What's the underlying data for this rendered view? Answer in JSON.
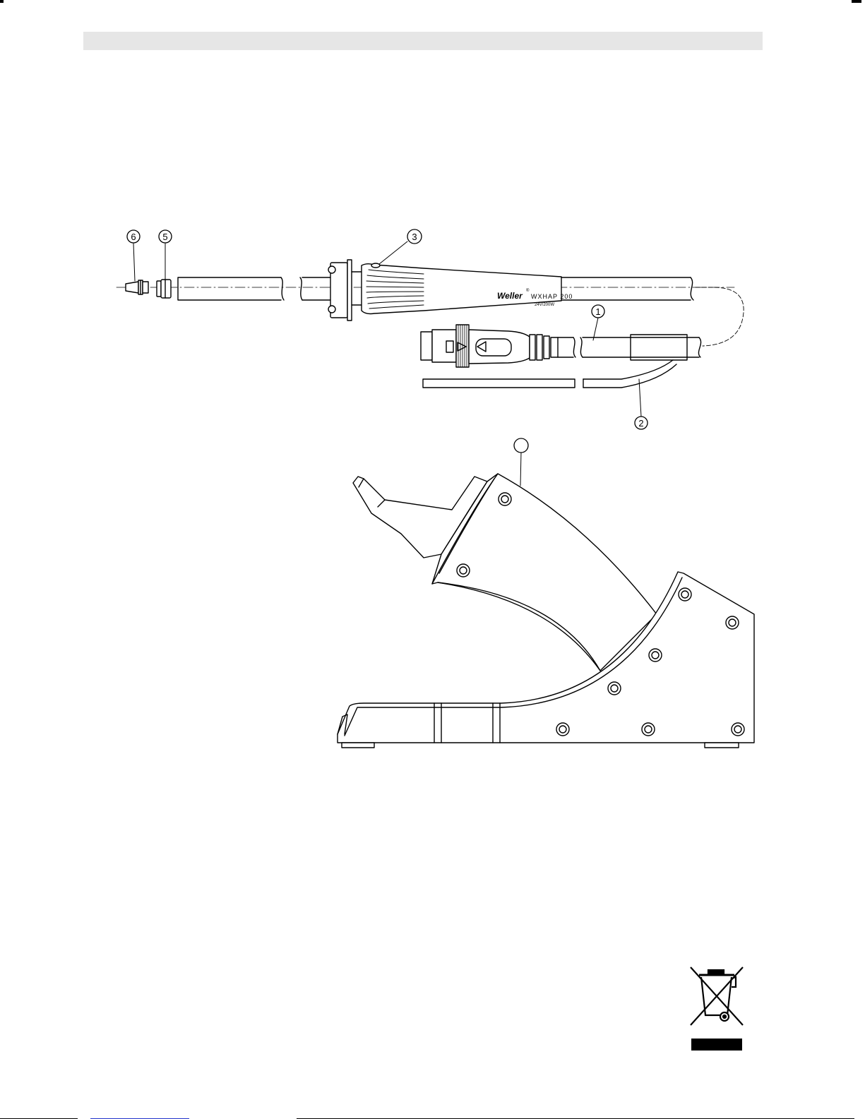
{
  "header": {
    "bar_color": "#e6e6e6"
  },
  "callouts": [
    {
      "id": "callout-6",
      "label": "6"
    },
    {
      "id": "callout-5",
      "label": "5"
    },
    {
      "id": "callout-3",
      "label": "3"
    },
    {
      "id": "callout-1",
      "label": "1"
    },
    {
      "id": "callout-2",
      "label": "2"
    },
    {
      "id": "callout-4",
      "label": ""
    }
  ],
  "tool": {
    "brand": "Weller",
    "registered_mark": "®",
    "model": "WXHAP 200",
    "rating": "24V/200W"
  },
  "icons": {
    "disposal": "weee-crossed-out-bin-icon"
  },
  "colors": {
    "line": "#000000",
    "accent_link": "#2233cc"
  }
}
